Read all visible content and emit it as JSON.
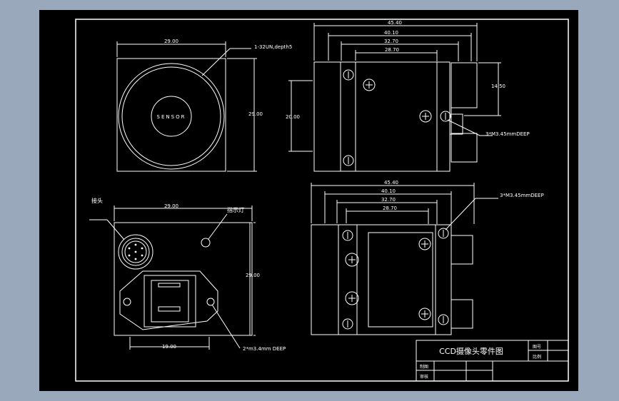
{
  "colors": {
    "app_bg": "#9aa8bc",
    "model_bg": "#000000",
    "line": "#ffffff"
  },
  "front_view": {
    "dim_width": "29.00",
    "dim_height": "29.00",
    "thread_note": "1-32UN,depth5",
    "sensor_label": "SENSOR"
  },
  "side_view_top": {
    "dim_1": "45.40",
    "dim_2": "40.10",
    "dim_3": "32.70",
    "dim_4": "28.70",
    "dim_left": "20.00",
    "dim_right": "14.50",
    "hole_note": "3*M3.45mmDEEP"
  },
  "back_view": {
    "connector_label": "接头",
    "indicator_label": "指示灯",
    "dim_width": "29.00",
    "dim_height": "29.00",
    "dim_bottom": "19.00",
    "hole_note": "2*m3.4mm DEEP"
  },
  "side_view_bottom": {
    "dim_1": "45.40",
    "dim_2": "40.10",
    "dim_3": "32.70",
    "dim_4": "28.70",
    "hole_note": "3*M3.45mmDEEP"
  },
  "title_block": {
    "title": "CCD摄像头零件图",
    "label_number": "图号",
    "label_ratio": "比例",
    "label_draw": "制图",
    "label_review": "审核"
  }
}
